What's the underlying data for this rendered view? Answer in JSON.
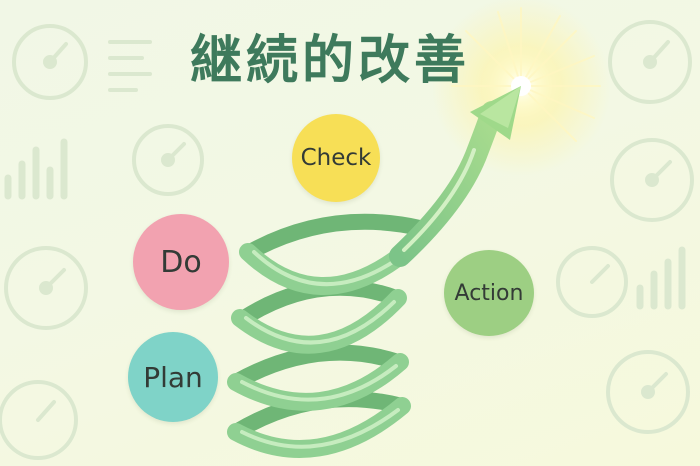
{
  "title": "継続的改善",
  "stages": [
    {
      "key": "plan",
      "label": "Plan",
      "color": "#7fd3c8"
    },
    {
      "key": "do",
      "label": "Do",
      "color": "#f2a2b0"
    },
    {
      "key": "check",
      "label": "Check",
      "color": "#f7df56"
    },
    {
      "key": "action",
      "label": "Action",
      "color": "#9dcf83"
    }
  ],
  "colors": {
    "title": "#3e7a5c",
    "spiral": "#8ccf8d",
    "spiral_dark": "#6fb676",
    "spiral_light": "#bde5b3",
    "background": "#f2f7e4",
    "glow": "#fff6a8",
    "watermark_icons": "#d9e8cc"
  },
  "decor": {
    "background_icons": [
      "speedometer-icon",
      "bar-chart-icon",
      "text-lines-icon"
    ]
  }
}
